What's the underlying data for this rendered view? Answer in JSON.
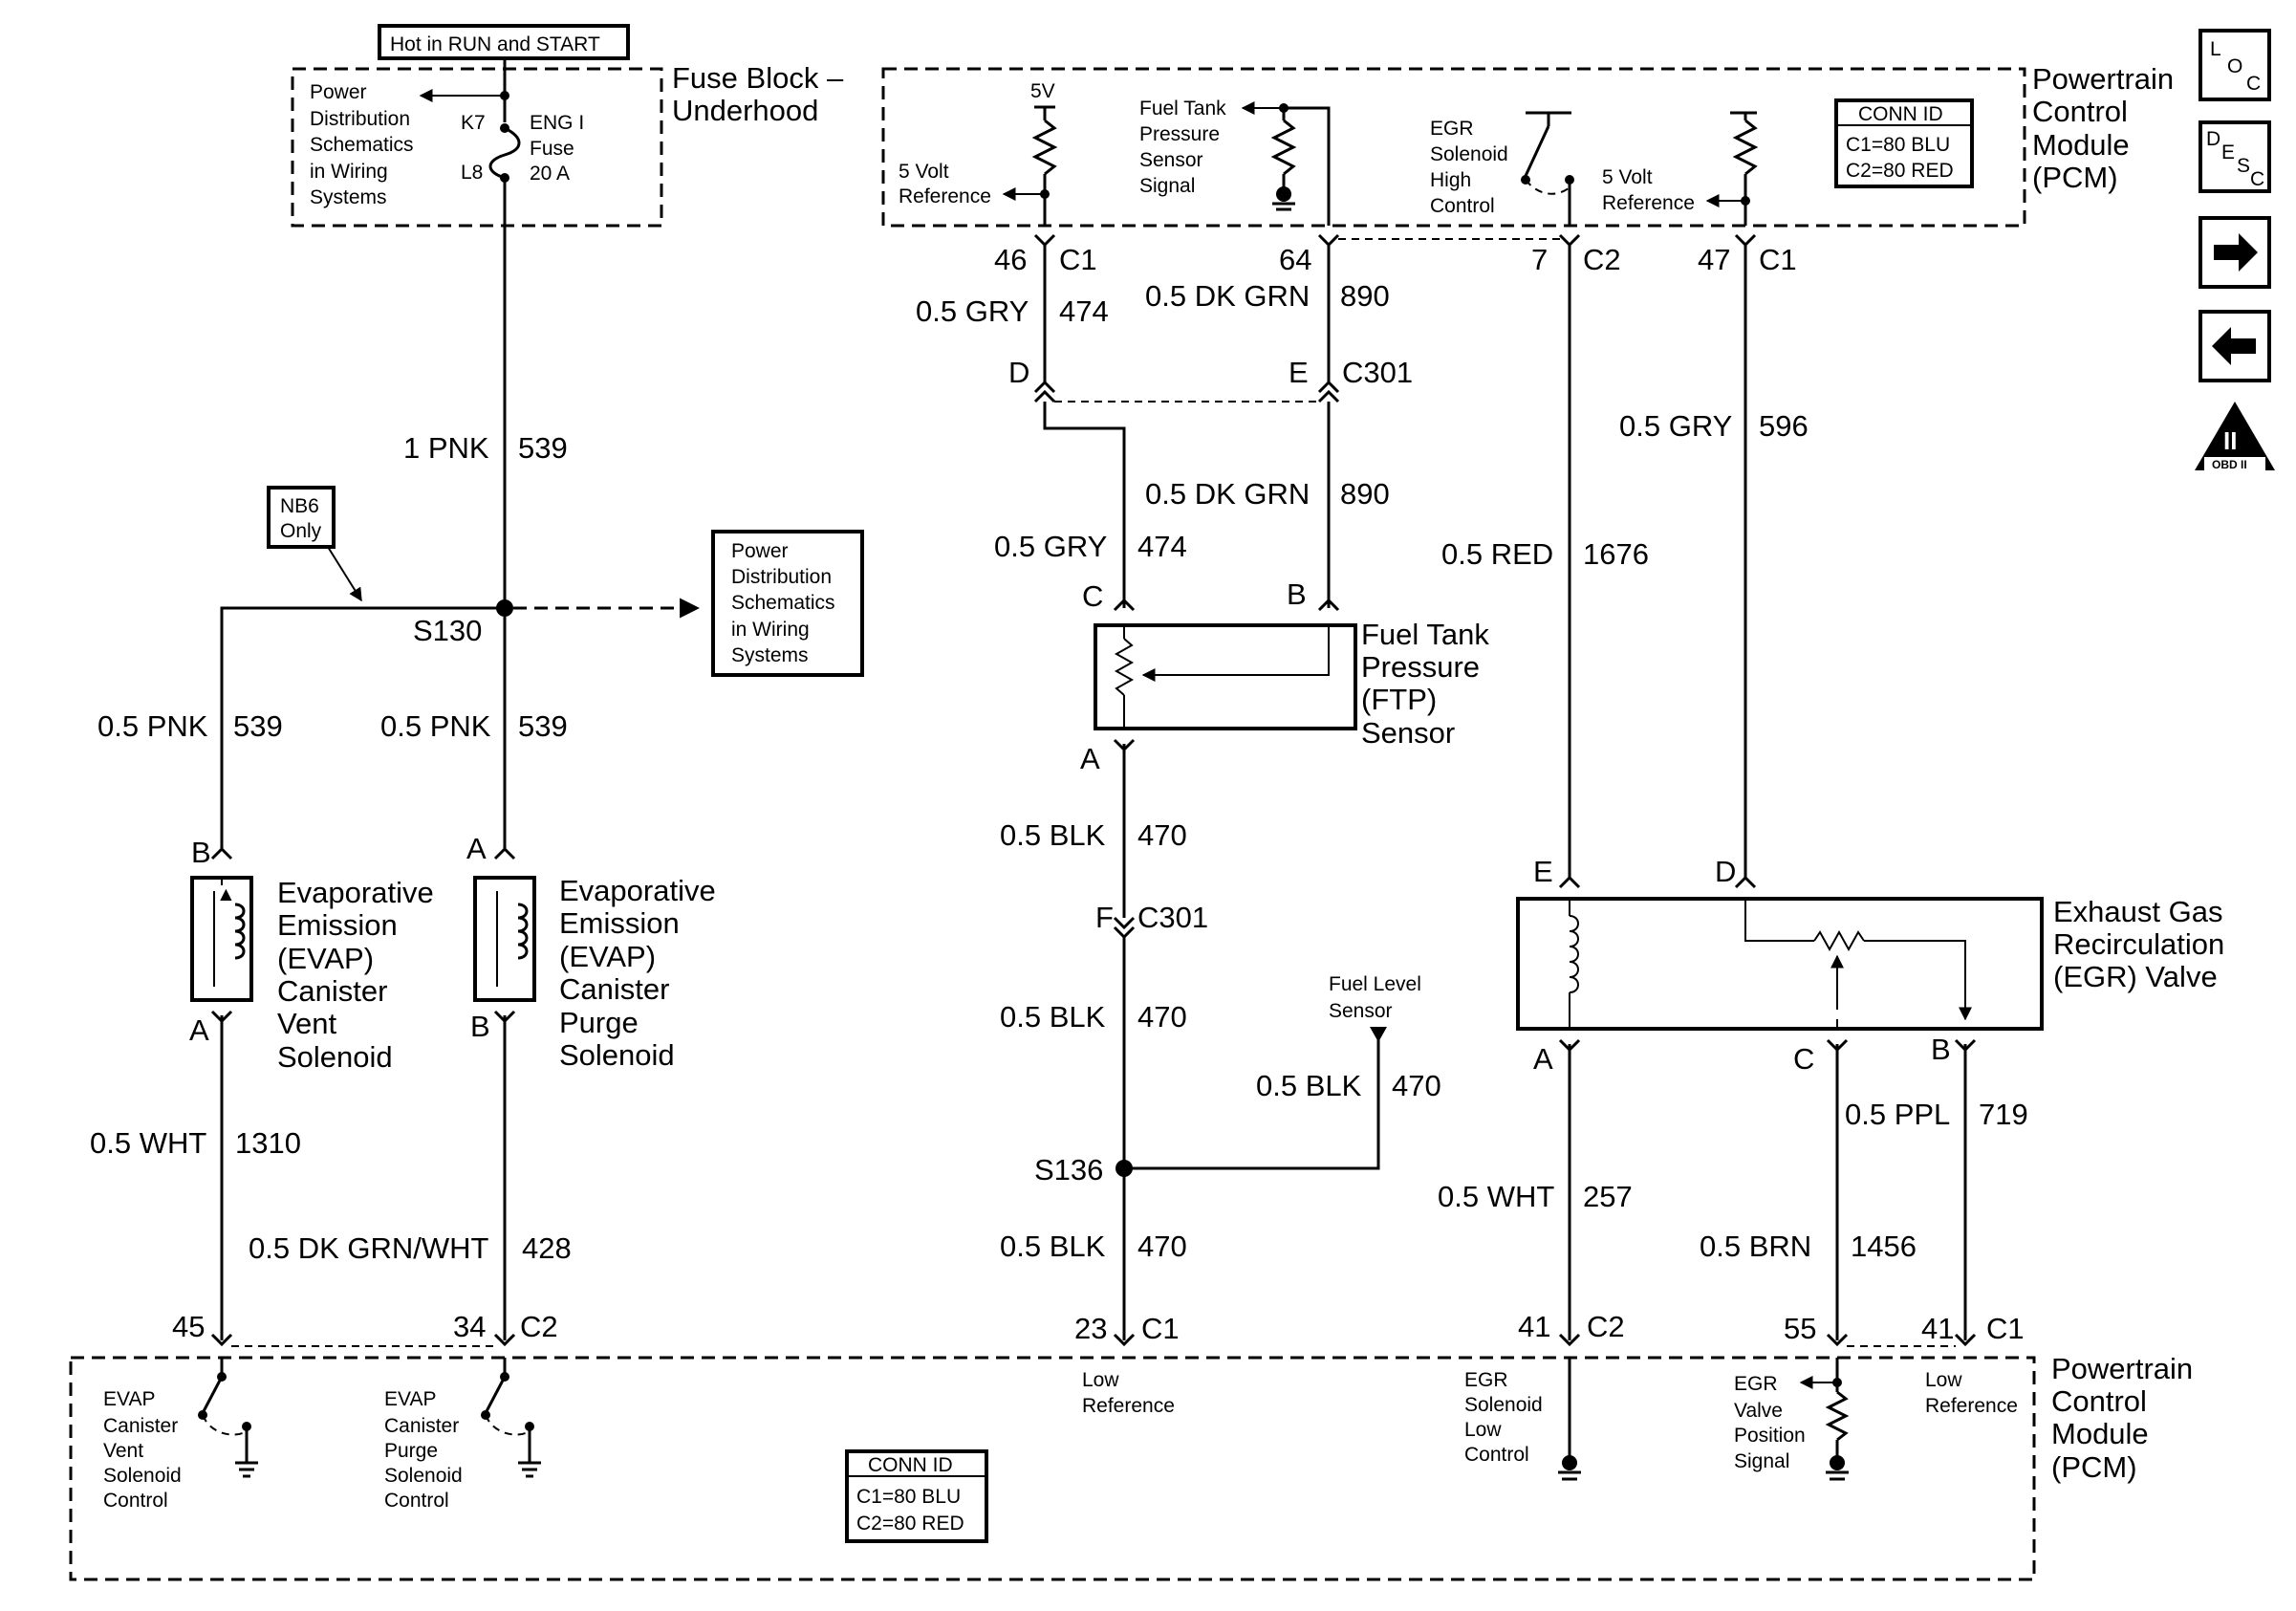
{
  "header": {
    "hot_label": "Hot in RUN and START"
  },
  "fuse_block": {
    "title_1": "Fuse Block –",
    "title_2": "Underhood",
    "ref_1": "Power",
    "ref_2": "Distribution",
    "ref_3": "Schematics",
    "ref_4": "in Wiring",
    "ref_5": "Systems",
    "k7": "K7",
    "l8": "L8",
    "fuse_1": "ENG I",
    "fuse_2": "Fuse",
    "fuse_3": "20 A"
  },
  "pcm_top": {
    "title_1": "Powertrain",
    "title_2": "Control",
    "title_3": "Module",
    "title_4": "(PCM)",
    "five_v": "5V",
    "ref5v_1": "5 Volt",
    "ref5v_2": "Reference",
    "ftp_1": "Fuel Tank",
    "ftp_2": "Pressure",
    "ftp_3": "Sensor",
    "ftp_4": "Signal",
    "egr_1": "EGR",
    "egr_2": "Solenoid",
    "egr_3": "High",
    "egr_4": "Control",
    "ref5v2_1": "5 Volt",
    "ref5v2_2": "Reference",
    "conn_title": "CONN ID",
    "conn_c1": "C1=80 BLU",
    "conn_c2": "C2=80 RED"
  },
  "pcm_bottom": {
    "title_1": "Powertrain",
    "title_2": "Control",
    "title_3": "Module",
    "title_4": "(PCM)",
    "vent_1": "EVAP",
    "vent_2": "Canister",
    "vent_3": "Vent",
    "vent_4": "Solenoid",
    "vent_5": "Control",
    "purge_1": "EVAP",
    "purge_2": "Canister",
    "purge_3": "Purge",
    "purge_4": "Solenoid",
    "purge_5": "Control",
    "lowref_1": "Low",
    "lowref_2": "Reference",
    "egrlow_1": "EGR",
    "egrlow_2": "Solenoid",
    "egrlow_3": "Low",
    "egrlow_4": "Control",
    "egrpos_1": "EGR",
    "egrpos_2": "Valve",
    "egrpos_3": "Position",
    "egrpos_4": "Signal",
    "lowref2_1": "Low",
    "lowref2_2": "Reference",
    "conn_title": "CONN ID",
    "conn_c1": "C1=80 BLU",
    "conn_c2": "C2=80 RED"
  },
  "pins_top": {
    "p46": "46",
    "c1a": "C1",
    "p64": "64",
    "p7": "7",
    "c2a": "C2",
    "p47": "47",
    "c1b": "C1"
  },
  "pins_bottom": {
    "p45": "45",
    "p34": "34",
    "c2a": "C2",
    "p23": "23",
    "c1a": "C1",
    "p41a": "41",
    "c2b": "C2",
    "p55": "55",
    "p41b": "41",
    "c1b": "C1"
  },
  "wires": {
    "w539_main_color": "1 PNK",
    "w539_main_num": "539",
    "w539_left_color": "0.5 PNK",
    "w539_left_num": "539",
    "w539_right_color": "0.5 PNK",
    "w539_right_num": "539",
    "w474_top_color": "0.5 GRY",
    "w474_top_num": "474",
    "w890_top_color": "0.5 DK GRN",
    "w890_top_num": "890",
    "w890_mid_color": "0.5 DK GRN",
    "w890_mid_num": "890",
    "w474_mid_color": "0.5 GRY",
    "w474_mid_num": "474",
    "w596_color": "0.5 GRY",
    "w596_num": "596",
    "w1676_color": "0.5 RED",
    "w1676_num": "1676",
    "w470_a_color": "0.5 BLK",
    "w470_a_num": "470",
    "w470_b_color": "0.5 BLK",
    "w470_b_num": "470",
    "w470_c_color": "0.5 BLK",
    "w470_c_num": "470",
    "w470_d_color": "0.5 BLK",
    "w470_d_num": "470",
    "w1310_color": "0.5 WHT",
    "w1310_num": "1310",
    "w428_color": "0.5 DK GRN/WHT",
    "w428_num": "428",
    "w257_color": "0.5 WHT",
    "w257_num": "257",
    "w719_color": "0.5 PPL",
    "w719_num": "719",
    "w1456_color": "0.5 BRN",
    "w1456_num": "1456"
  },
  "connectors": {
    "d": "D",
    "e": "E",
    "c301_top": "C301",
    "c": "C",
    "b": "B",
    "a": "A",
    "f": "F",
    "c301_bot": "C301",
    "s130": "S130",
    "s136": "S136",
    "egr_e": "E",
    "egr_d": "D",
    "egr_a": "A",
    "egr_c": "C",
    "egr_b": "B",
    "vent_b": "B",
    "vent_a": "A",
    "purge_a": "A",
    "purge_b": "B"
  },
  "components": {
    "nb6_1": "NB6",
    "nb6_2": "Only",
    "pd_1": "Power",
    "pd_2": "Distribution",
    "pd_3": "Schematics",
    "pd_4": "in Wiring",
    "pd_5": "Systems",
    "ftp_1": "Fuel Tank",
    "ftp_2": "Pressure",
    "ftp_3": "(FTP)",
    "ftp_4": "Sensor",
    "fls_1": "Fuel Level",
    "fls_2": "Sensor",
    "vent_1": "Evaporative",
    "vent_2": "Emission",
    "vent_3": "(EVAP)",
    "vent_4": "Canister",
    "vent_5": "Vent",
    "vent_6": "Solenoid",
    "purge_1": "Evaporative",
    "purge_2": "Emission",
    "purge_3": "(EVAP)",
    "purge_4": "Canister",
    "purge_5": "Purge",
    "purge_6": "Solenoid",
    "egr_1": "Exhaust Gas",
    "egr_2": "Recirculation",
    "egr_3": "(EGR) Valve"
  },
  "nav": {
    "loc_1": "L",
    "loc_2": "O",
    "loc_3": "C",
    "desc_1": "D",
    "desc_2": "E",
    "desc_3": "S",
    "desc_4": "C",
    "obd_1": "II",
    "obd_2": "OBD II",
    "next_icon": "arrow-right-icon",
    "prev_icon": "arrow-left-icon"
  }
}
